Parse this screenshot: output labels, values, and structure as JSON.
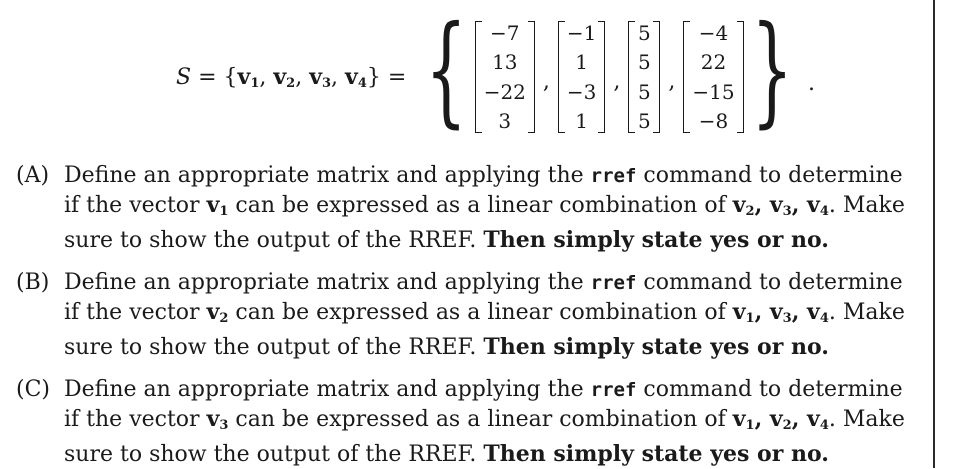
{
  "set": {
    "lhs_symbol": "S",
    "equals": "=",
    "lhs_vectors": [
      "v1",
      "v2",
      "v3",
      "v4"
    ],
    "vectors": [
      [
        "−7",
        "13",
        "−22",
        "3"
      ],
      [
        "−1",
        "1",
        "−3",
        "1"
      ],
      [
        "5",
        "5",
        "5",
        "5"
      ],
      [
        "−4",
        "22",
        "−15",
        "−8"
      ]
    ]
  },
  "items": [
    {
      "label": "(A)",
      "pre": "Define an appropriate matrix and applying the ",
      "command": "rref",
      "mid": " command to determine if the vector ",
      "target": "v1",
      "mid2": " can be expressed as a linear combination of ",
      "others": "v2, v3, v4",
      "post": ". Make sure to show the output of the RREF. ",
      "bold": "Then simply state yes or no."
    },
    {
      "label": "(B)",
      "pre": "Define an appropriate matrix and applying the ",
      "command": "rref",
      "mid": " command to determine if the vector ",
      "target": "v2",
      "mid2": " can be expressed as a linear combination of ",
      "others": "v1, v3, v4",
      "post": ". Make sure to show the output of the RREF. ",
      "bold": "Then simply state yes or no."
    },
    {
      "label": "(C)",
      "pre": "Define an appropriate matrix and applying the ",
      "command": "rref",
      "mid": " command to determine if the vector ",
      "target": "v3",
      "mid2": " can be expressed as a linear combination of ",
      "others": "v1, v2, v4",
      "post": ". Make sure to show the output of the RREF. ",
      "bold": "Then simply state yes or no."
    }
  ]
}
